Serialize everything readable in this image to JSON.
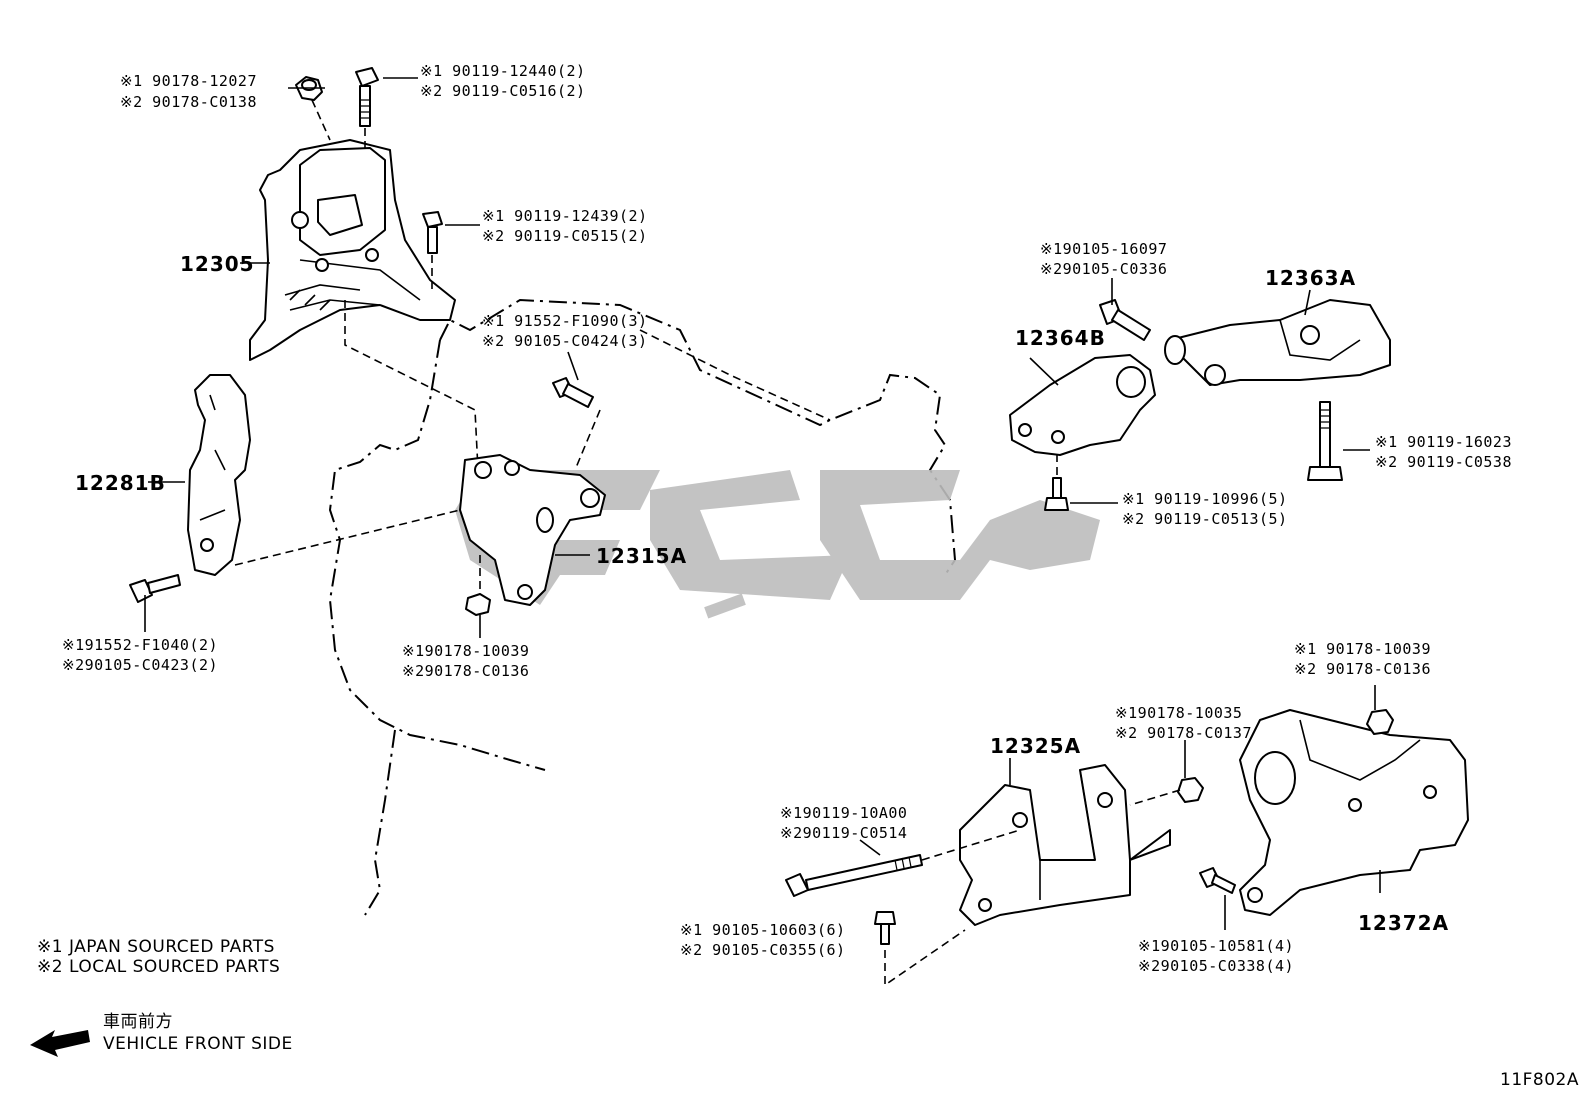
{
  "parts": {
    "p12305": "12305",
    "p12281B": "12281B",
    "p12315A": "12315A",
    "p12364B": "12364B",
    "p12363A": "12363A",
    "p12325A": "12325A",
    "p12372A": "12372A"
  },
  "callouts": {
    "c1": [
      "※1 90178-12027",
      "※2 90178-C0138"
    ],
    "c2": [
      "※1 90119-12440(2)",
      "※2 90119-C0516(2)"
    ],
    "c3": [
      "※1 90119-12439(2)",
      "※2 90119-C0515(2)"
    ],
    "c4": [
      "※1 91552-F1090(3)",
      "※2 90105-C0424(3)"
    ],
    "c5": [
      "※191552-F1040(2)",
      "※290105-C0423(2)"
    ],
    "c6": [
      "※190178-10039",
      "※290178-C0136"
    ],
    "c7": [
      "※190105-16097",
      "※290105-C0336"
    ],
    "c8": [
      "※1 90119-16023",
      "※2 90119-C0538"
    ],
    "c9": [
      "※1 90119-10996(5)",
      "※2 90119-C0513(5)"
    ],
    "c10": [
      "※1 90178-10039",
      "※2 90178-C0136"
    ],
    "c11": [
      "※190178-10035",
      "※2 90178-C0137"
    ],
    "c12": [
      "※190119-10A00",
      "※290119-C0514"
    ],
    "c13": [
      "※1 90105-10603(6)",
      "※2 90105-C0355(6)"
    ],
    "c14": [
      "※190105-10581(4)",
      "※290105-C0338(4)"
    ]
  },
  "legend": {
    "line1": "※1  JAPAN SOURCED PARTS",
    "line2": "※2  LOCAL SOURCED PARTS"
  },
  "front": {
    "jp": "車両前方",
    "en": "VEHICLE FRONT SIDE"
  },
  "figure_code": "11F802A",
  "colors": {
    "watermark": "#bdbdbd",
    "ink": "#000000"
  }
}
